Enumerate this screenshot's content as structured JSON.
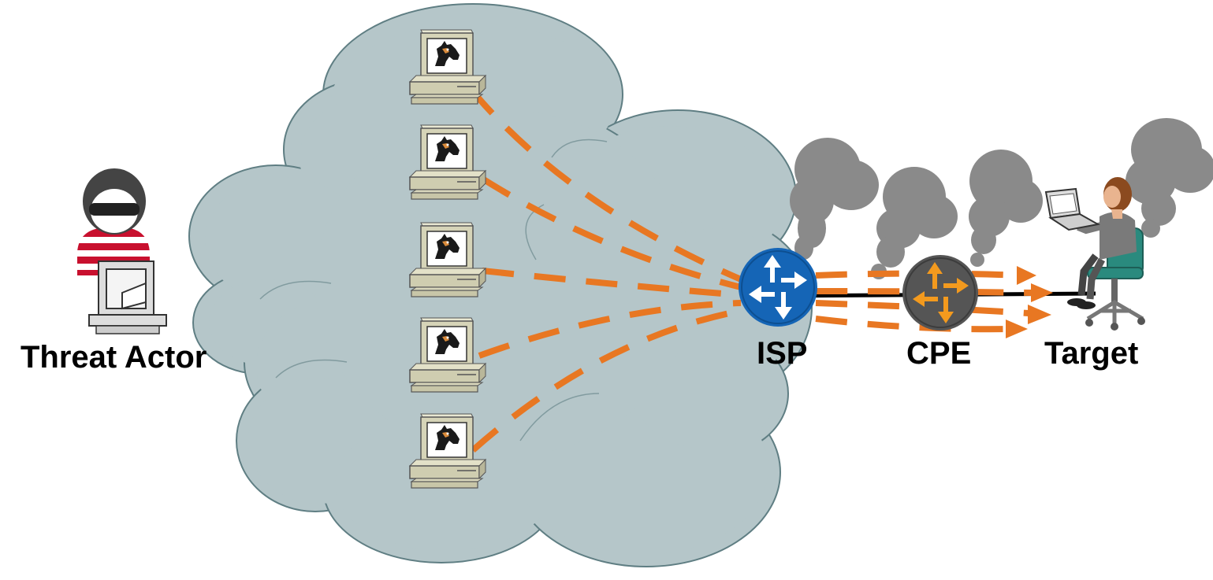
{
  "nodes": {
    "threat_actor": {
      "label": "Threat Actor"
    },
    "isp": {
      "label": "ISP"
    },
    "cpe": {
      "label": "CPE"
    },
    "target": {
      "label": "Target"
    }
  },
  "bots": {
    "count": 5,
    "icon": "infected-computer-trojan-horse-icon"
  },
  "colors": {
    "cloud": "#b5c6c9",
    "cloud_stroke": "#5f7e83",
    "attack_traffic": "#e87722",
    "isp_router": "#1565b6",
    "cpe_router": "#555555",
    "cpe_arrows": "#f39a1e",
    "smoke": "#8a8a8a"
  }
}
